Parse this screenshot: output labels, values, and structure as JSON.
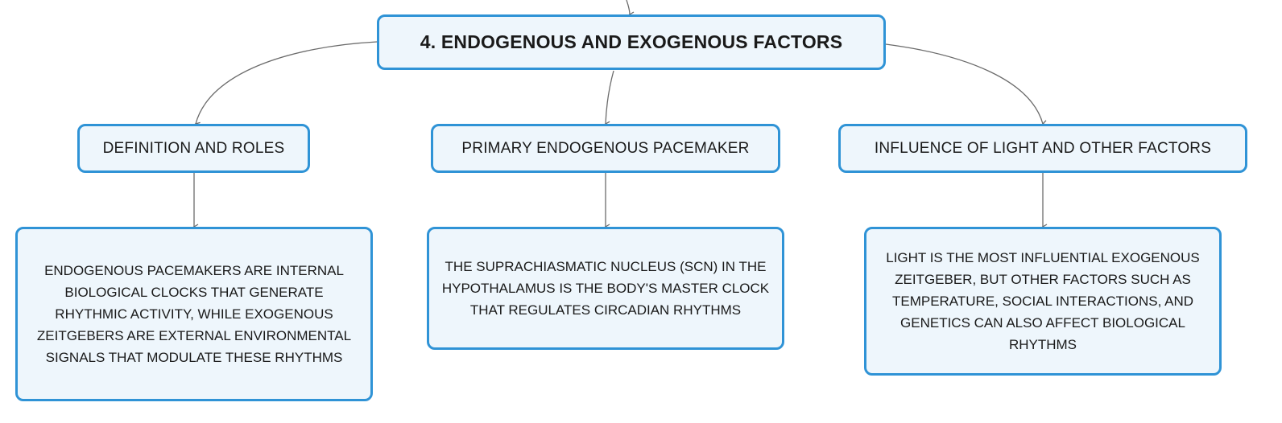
{
  "diagram": {
    "root": {
      "label": "4. ENDOGENOUS AND EXOGENOUS FACTORS"
    },
    "branches": [
      {
        "label": "DEFINITION AND ROLES",
        "detail": "ENDOGENOUS PACEMAKERS ARE INTERNAL BIOLOGICAL CLOCKS THAT GENERATE RHYTHMIC ACTIVITY, WHILE EXOGENOUS ZEITGEBERS ARE EXTERNAL ENVIRONMENTAL SIGNALS THAT MODULATE THESE RHYTHMS"
      },
      {
        "label": "PRIMARY ENDOGENOUS PACEMAKER",
        "detail": "THE SUPRACHIASMATIC NUCLEUS (SCN) IN THE HYPOTHALAMUS IS THE BODY'S MASTER CLOCK THAT REGULATES CIRCADIAN RHYTHMS"
      },
      {
        "label": "INFLUENCE OF LIGHT AND OTHER FACTORS",
        "detail": "LIGHT IS THE MOST INFLUENTIAL EXOGENOUS ZEITGEBER, BUT OTHER FACTORS SUCH AS TEMPERATURE, SOCIAL INTERACTIONS, AND GENETICS CAN ALSO AFFECT BIOLOGICAL RHYTHMS"
      }
    ],
    "colors": {
      "node_border": "#2f93d6",
      "node_fill": "#eef6fc",
      "connector": "#6b6b6b"
    }
  }
}
